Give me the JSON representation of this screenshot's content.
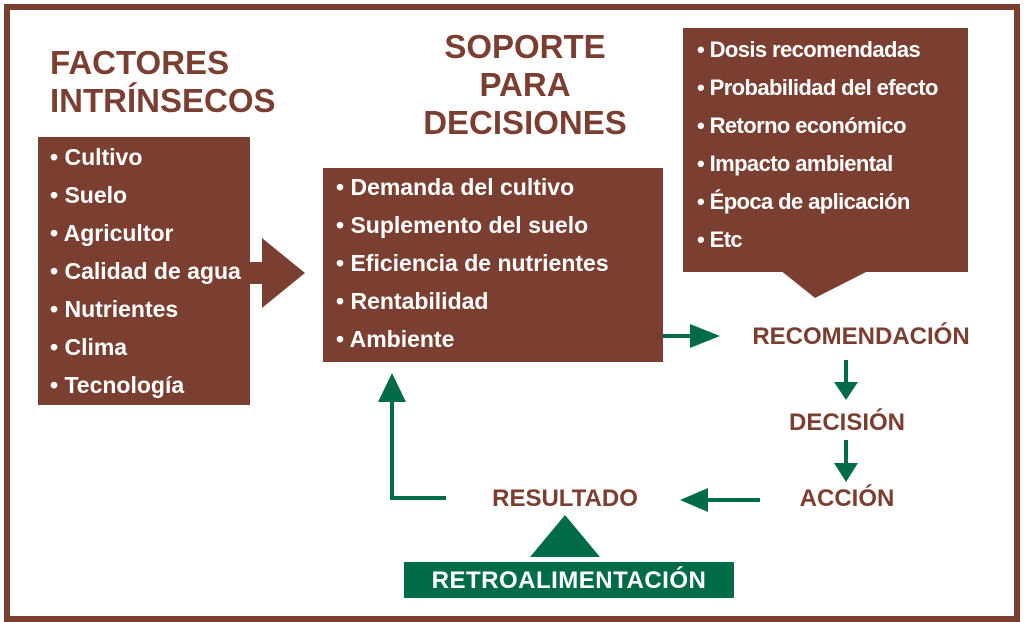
{
  "factores": {
    "title_line1": "FACTORES",
    "title_line2": "INTRÍNSECOS",
    "items": [
      "Cultivo",
      "Suelo",
      "Agricultor",
      "Calidad de agua",
      "Nutrientes",
      "Clima",
      "Tecnología"
    ]
  },
  "soporte": {
    "title_line1": "SOPORTE",
    "title_line2": "PARA",
    "title_line3": "DECISIONES",
    "items": [
      "Demanda del cultivo",
      "Suplemento del suelo",
      "Eficiencia de nutrientes",
      "Rentabilidad",
      "Ambiente"
    ]
  },
  "callout": {
    "items": [
      "Dosis recomendadas",
      "Probabilidad del efecto",
      "Retorno económico",
      "Impacto ambiental",
      "Época de aplicación",
      "Etc"
    ]
  },
  "flow": {
    "recomendacion": "RECOMENDACIÓN",
    "decision": "DECISIÓN",
    "accion": "ACCIÓN",
    "resultado": "RESULTADO",
    "retroalimentacion": "RETROALIMENTACIÓN"
  },
  "colors": {
    "brown": "#7b3f32",
    "green": "#006b48"
  }
}
